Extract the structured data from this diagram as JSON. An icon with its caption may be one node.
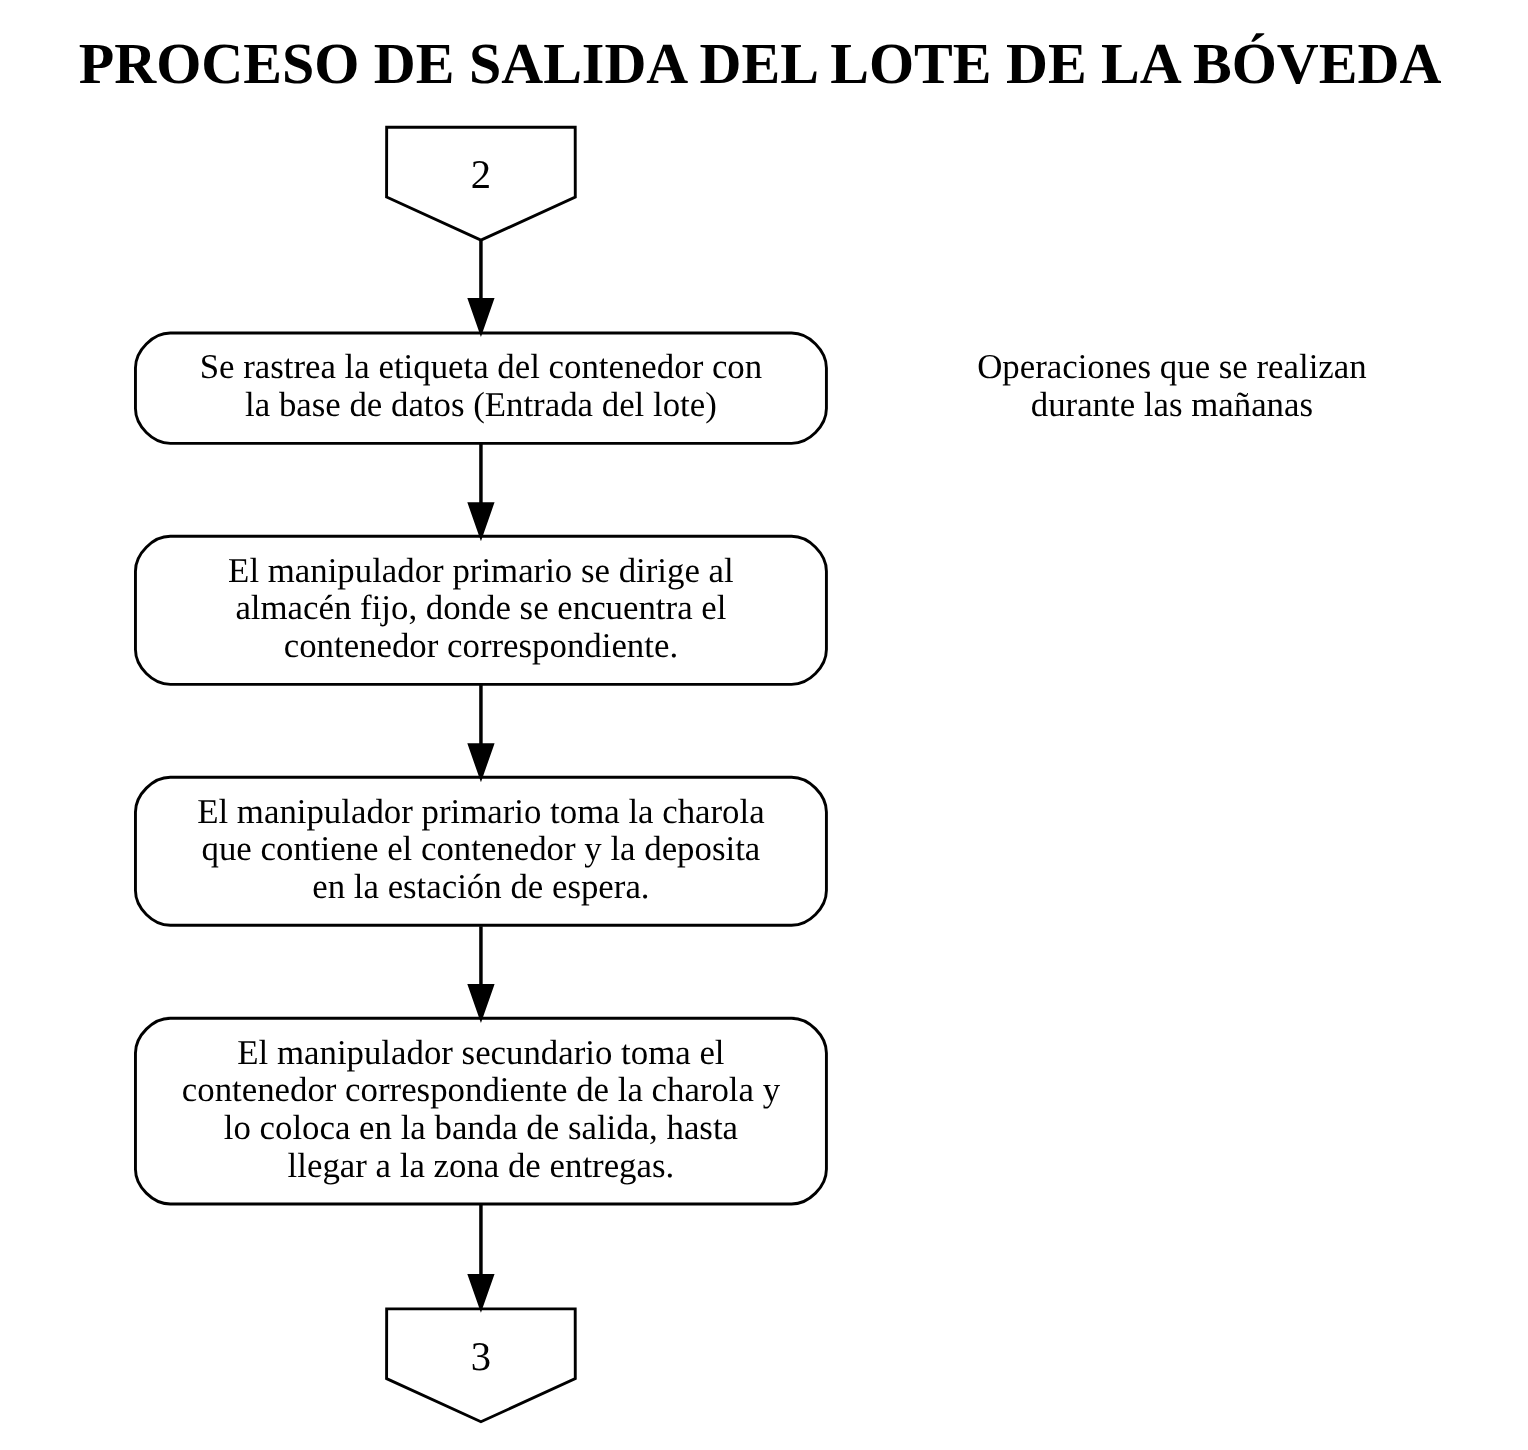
{
  "diagram": {
    "title": "PROCESO DE SALIDA DEL LOTE DE LA BÓVEDA",
    "nodes": [
      {
        "text": [
          "2"
        ]
      },
      {
        "text": [
          "Se rastrea la etiqueta del contenedor con la base de datos (Entrada del lote)"
        ]
      },
      {
        "text": [
          "El manipulador primario se dirige al almacén fijo, donde se encuentra el contenedor correspondiente."
        ]
      },
      {
        "text": [
          "El manipulador primario toma la charola que contiene el contenedor y la deposita en la estación de espera."
        ]
      },
      {
        "text": [
          "El manipulador secundario toma el contenedor correspondiente de la charola y lo coloca en la banda de salida, hasta llegar a la zona de entregas."
        ]
      },
      {
        "text": [
          "3"
        ]
      }
    ],
    "edges": [
      {
        "from": 0,
        "to": 1,
        "arrow": "to"
      },
      {
        "from": 1,
        "to": 2,
        "arrow": "to"
      },
      {
        "from": 2,
        "to": 3,
        "arrow": "to"
      },
      {
        "from": 3,
        "to": 4,
        "arrow": "to"
      },
      {
        "from": 4,
        "to": 5,
        "arrow": "to"
      }
    ],
    "labels": [
      "Operaciones que se realizan durante las mañanas"
    ]
  }
}
